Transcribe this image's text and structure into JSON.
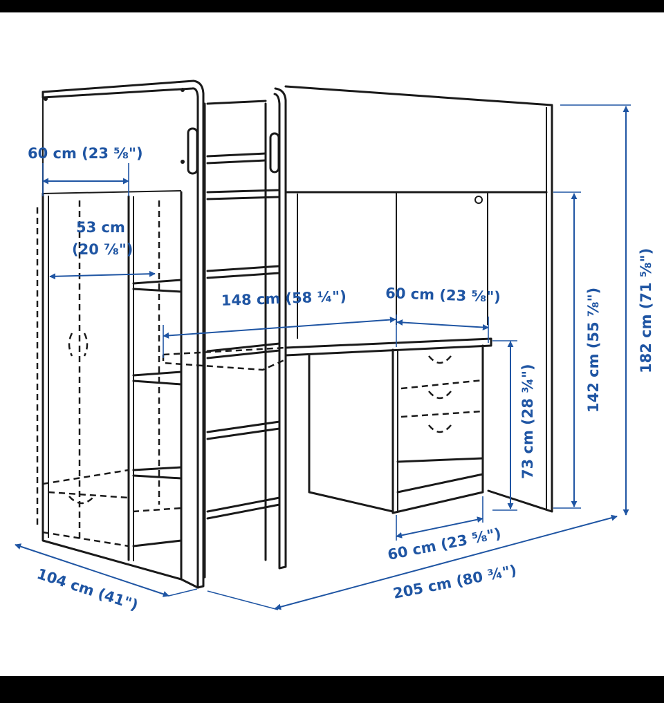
{
  "colors": {
    "dimension": "#1f55a3",
    "line": "#1a1a1a",
    "background": "#ffffff",
    "frame": "#000000"
  },
  "dimensions": {
    "wardrobe_width": "60 cm (23 ⅝\")",
    "wardrobe_inner_width_cm": "53 cm",
    "wardrobe_inner_width_in": "(20 ⅞\")",
    "desk_length": "148 cm (58 ¼\")",
    "drawer_top_width": "60 cm (23 ⅝\")",
    "desk_height": "73 cm (28 ¾\")",
    "underside_height": "142 cm (55 ⅞\")",
    "total_height": "182 cm (71 ⅝\")",
    "drawer_bottom_width": "60 cm (23 ⅝\")",
    "total_length": "205 cm (80 ¾\")",
    "total_depth": "104 cm (41\")"
  }
}
